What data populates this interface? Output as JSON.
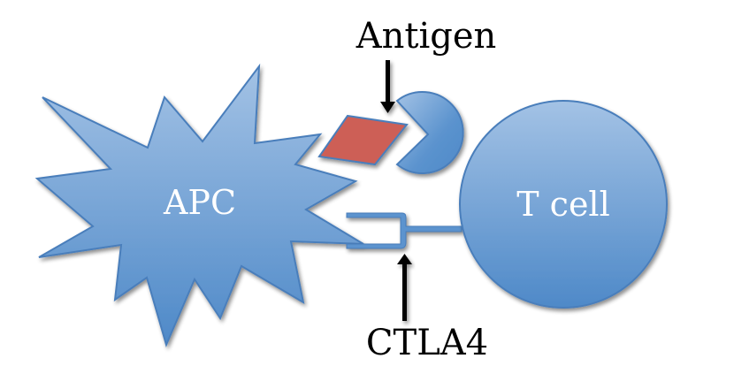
{
  "diagram": {
    "title": "APC – T cell interaction with CTLA4",
    "nodes": [
      {
        "id": "apc",
        "label": "APC",
        "shape": "starburst"
      },
      {
        "id": "tcell",
        "label": "T cell",
        "shape": "circle"
      },
      {
        "id": "antigen",
        "label": "Antigen",
        "shape": "parallelogram"
      },
      {
        "id": "tcr",
        "label": "",
        "shape": "pacman-receptor"
      },
      {
        "id": "ctla4",
        "label": "CTLA4",
        "shape": "fork-receptor"
      }
    ],
    "callouts": [
      {
        "target": "antigen",
        "label": "Antigen",
        "arrow": "down"
      },
      {
        "target": "ctla4",
        "label": "CTLA4",
        "arrow": "up"
      }
    ],
    "colors": {
      "cell_fill_top": "#9DBDE2",
      "cell_fill_bottom": "#4F8AC9",
      "cell_stroke": "#4A7EBB",
      "antigen_fill": "#CD5F57",
      "antigen_stroke": "#4A7EBB",
      "text_dark": "#000000",
      "text_light": "#FFFFFF"
    }
  }
}
